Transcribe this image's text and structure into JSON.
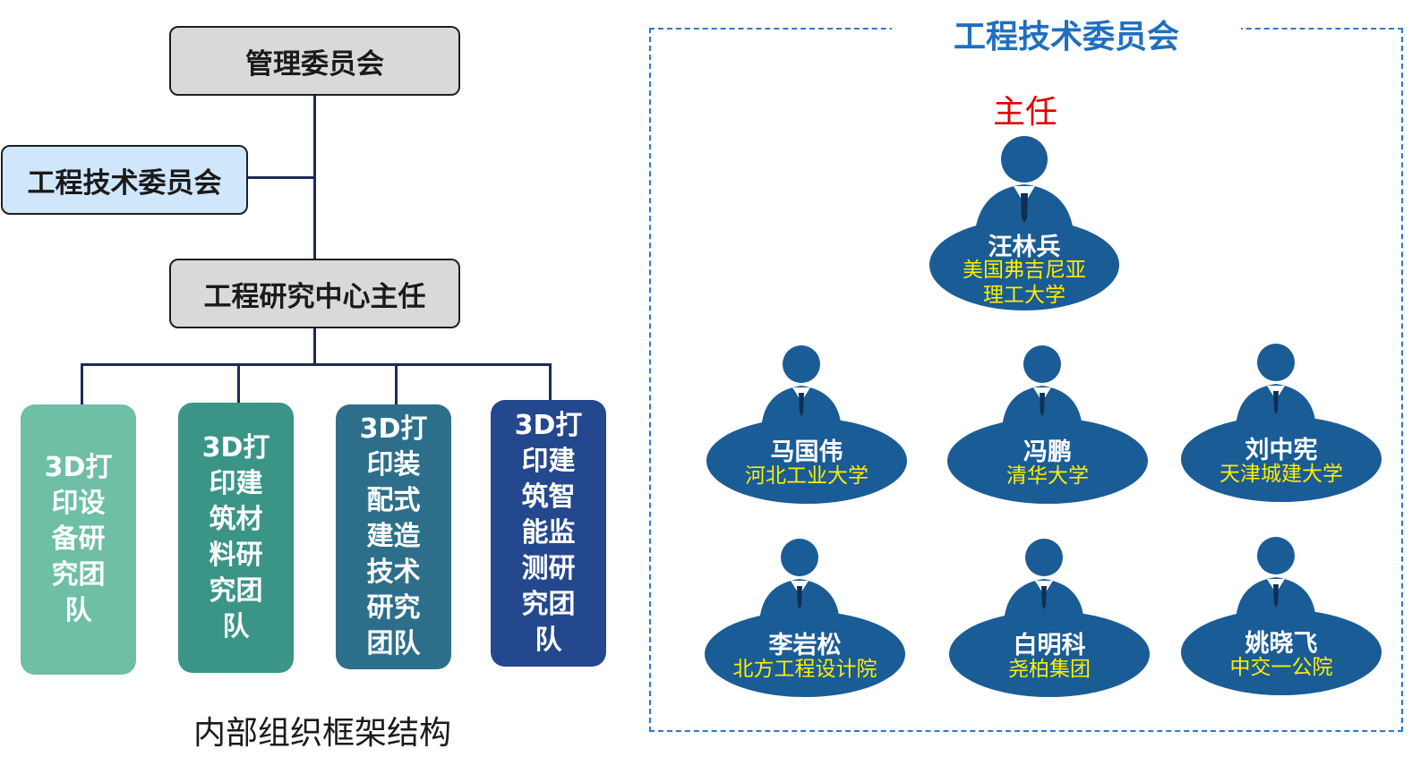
{
  "left": {
    "top_box": "管理委员会",
    "side_box": "工程技术委员会",
    "center_box": "工程研究中心主任",
    "teams": [
      {
        "label": "3D打印设备研究团队",
        "color": "#6fbfa6"
      },
      {
        "label": "3D打印建筑材料研究团队",
        "color": "#3a9587"
      },
      {
        "label": "3D打印装配式建造技术研究团队",
        "color": "#2d6f8a"
      },
      {
        "label": "3D打印建筑智能监测研究团队",
        "color": "#24488e"
      }
    ],
    "caption": "内部组织框架结构"
  },
  "right": {
    "title": "工程技术委员会",
    "role": "主任",
    "director": {
      "name": "汪林兵",
      "org": "美国弗吉尼亚理工大学"
    },
    "members": [
      {
        "name": "马国伟",
        "org": "河北工业大学"
      },
      {
        "name": "冯鹏",
        "org": "清华大学"
      },
      {
        "name": "刘中宪",
        "org": "天津城建大学"
      },
      {
        "name": "李岩松",
        "org": "北方工程设计院"
      },
      {
        "name": "白明科",
        "org": "尧柏集团"
      },
      {
        "name": "姚晓飞",
        "org": "中交一公院"
      }
    ]
  },
  "colors": {
    "node": "#1a5c96",
    "line": "#1c2a5a",
    "accent": "#1f6fbf",
    "role": "#e00000",
    "org_text": "#ffee00"
  }
}
